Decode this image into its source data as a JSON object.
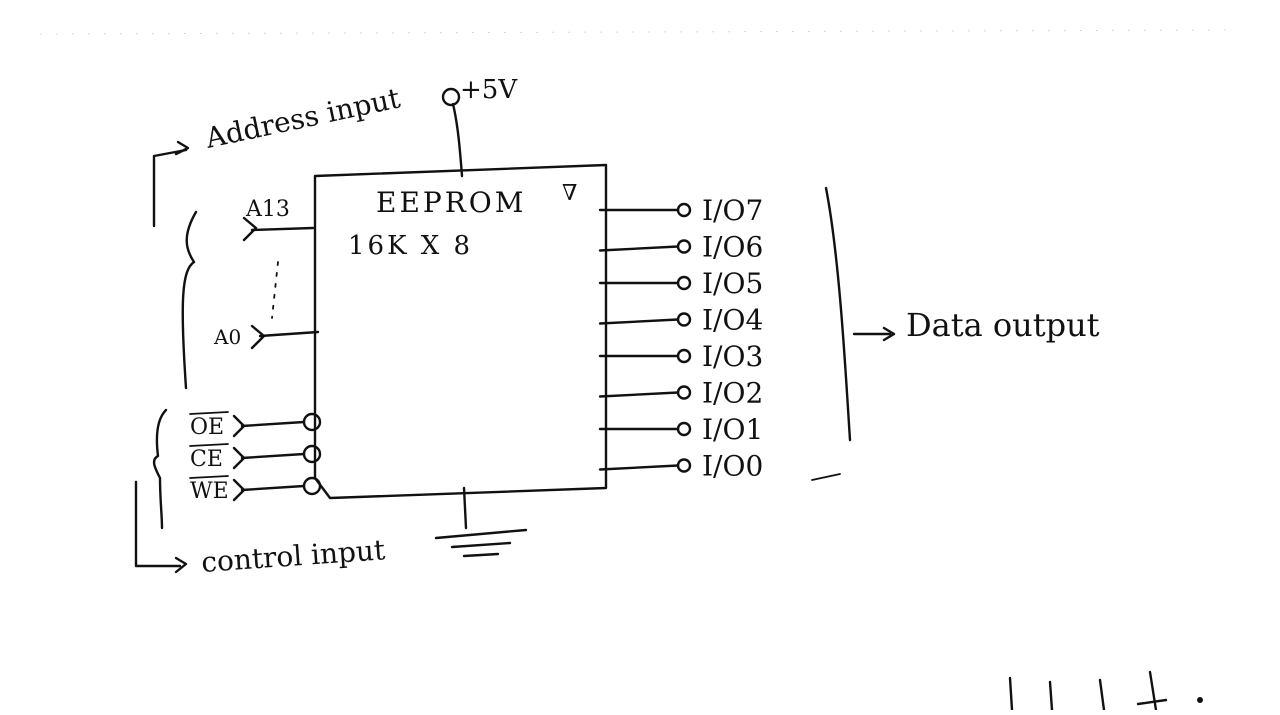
{
  "supply_label": "+5V",
  "address_label": "Address input",
  "control_label": "control input",
  "data_label": "Data output",
  "chip": {
    "name": "EEPROM",
    "size": "16K X 8",
    "marker": "∇"
  },
  "address_pins": {
    "high": "A13",
    "low": "A0"
  },
  "control_pins": [
    {
      "name": "OE"
    },
    {
      "name": "CE"
    },
    {
      "name": "WE"
    }
  ],
  "data_pins": [
    {
      "label": "I/O7"
    },
    {
      "label": "I/O6"
    },
    {
      "label": "I/O5"
    },
    {
      "label": "I/O4"
    },
    {
      "label": "I/O3"
    },
    {
      "label": "I/O2"
    },
    {
      "label": "I/O1"
    },
    {
      "label": "I/O0"
    }
  ]
}
